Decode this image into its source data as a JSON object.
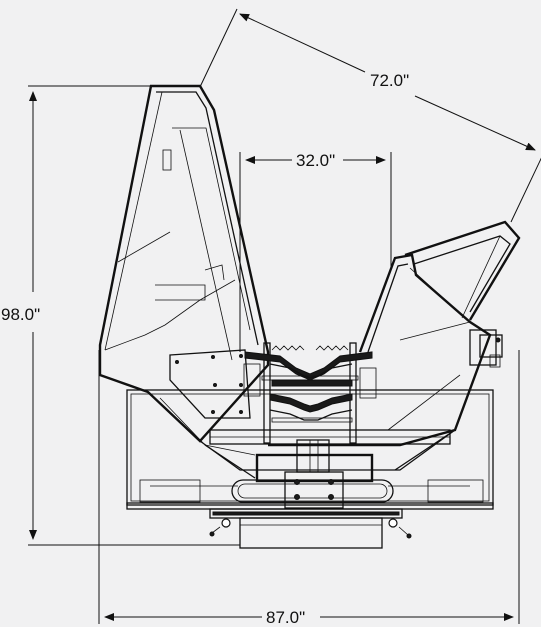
{
  "dimensions": {
    "height": "98.0\"",
    "width": "87.0\"",
    "depth": "72.0\"",
    "inner": "32.0\""
  },
  "colors": {
    "background": "#f1f1f2",
    "line": "#111111"
  }
}
